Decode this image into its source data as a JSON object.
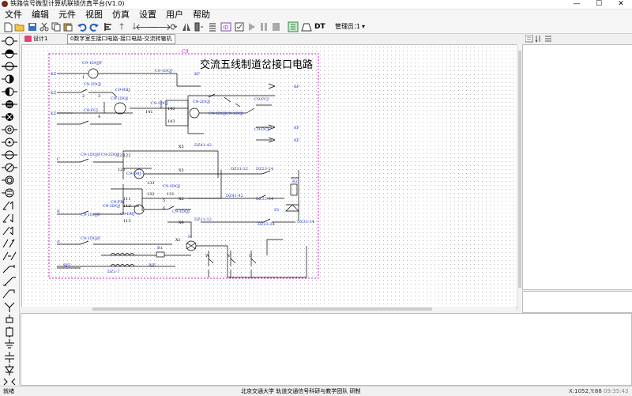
{
  "app": {
    "title": "铁路信号微型计算机联锁仿真平台(V1.0)",
    "window_controls": [
      "—",
      "☐",
      "✕"
    ]
  },
  "menu": [
    "文件",
    "编辑",
    "元件",
    "视图",
    "仿真",
    "设置",
    "用户",
    "帮助"
  ],
  "toolbar": {
    "icons": [
      "new-icon",
      "open-icon",
      "save-icon",
      "cut-icon",
      "copy-icon",
      "paste-icon",
      "undo-icon",
      "redo-icon",
      "align-icon",
      "arrow-up-icon",
      "arrow-down-icon",
      "arrow-left-icon",
      "arrow-right-icon",
      "rotate-icon",
      "flip-icon",
      "mirror-icon",
      "text-icon",
      "id-icon",
      "check-icon",
      "play-icon",
      "pause-icon",
      "stop-icon",
      "grid-icon",
      "print-icon"
    ],
    "dt_label": "DT",
    "mode_label": "管理员：",
    "mode_value": "1"
  },
  "tabs": {
    "design_label": "设计1",
    "doc_title": "0数字室生接口电路-接口电路-交流转辙机"
  },
  "schematic": {
    "title": "交流五线制道岔接口电路",
    "frame_tag": "C9",
    "labels": {
      "c9_1dqjf": "C9-1DQJF",
      "c9_2dqj_a": "C9-2DQJ",
      "c9_bhj": "C9-BHJ",
      "c9_1dqj_a": "C9-1DQJ",
      "c9_fcj": "C9-FCJ",
      "c9_2dqj_b": "C9-2DQJ",
      "c9_fcj_b": "C9-FCJ",
      "c9_1dqj_b": "C9-1DQJ",
      "c9_1dqj_c": "C9-1DQJ",
      "c9_2dqj_c": "C9-2DQJ",
      "c9_dcj": "C9-DCJ",
      "c9_1dqjf_b": "C9-1DQJF",
      "c9_2dqj_d": "C9-2DQJ",
      "c9_dbj": "C9-DBJ",
      "c9_2dqj_e": "C9-2DQJ",
      "c9_fbj": "C9-FBJ",
      "c9_1dqj_d": "C9-1DQJ",
      "c9_1dqjf_c": "C9-1DQJF",
      "c9_2dqj_f": "C9-2DQJ",
      "c9_dbj_b": "C9-DBJ",
      "c9_1dqj_e": "C9-1DQJ",
      "c9_1dqjf_d": "C9-1DQJF",
      "c9_bhj_b": "C9-BHJ",
      "kf": "KF",
      "kz": "KZ",
      "x5": "X5",
      "x3": "X3",
      "x2": "X2",
      "x4": "X4",
      "x1": "X1",
      "dz_41_42": "DZ41-42",
      "dz_11_12": "DZ11-12",
      "dz_23_24": "DZ23-24",
      "dz_33_34": "DZ33-34",
      "dz_21_22": "DZ21-22",
      "dz_13_14": "DZ13-14",
      "dz1_7": "DZ1-7",
      "rjz": "RJZ",
      "rjf": "RJF",
      "r1": "R1",
      "r2": "R2",
      "z1": "Z1",
      "m": "M",
      "phase_c": "C",
      "phase_b": "B",
      "phase_a": "A",
      "n141": "141",
      "n142": "142",
      "n143": "143",
      "n121": "121",
      "n122": "122",
      "n123": "123",
      "n111": "111",
      "n112": "112",
      "n113": "113",
      "n131": "131",
      "n132": "132",
      "n133": "133",
      "t1": "1",
      "t2": "2",
      "t3": "3",
      "t4": "4",
      "t5": "5",
      "t6": "6",
      "coil_v": "V",
      "coil_w": "W",
      "coil_u": "U"
    }
  },
  "status": {
    "ready": "就绪",
    "credit": "北京交通大学 轨道交通信号科研与教学团队 研制",
    "coord_label": "X:1052,Y:88",
    "time": "09:35:43"
  }
}
